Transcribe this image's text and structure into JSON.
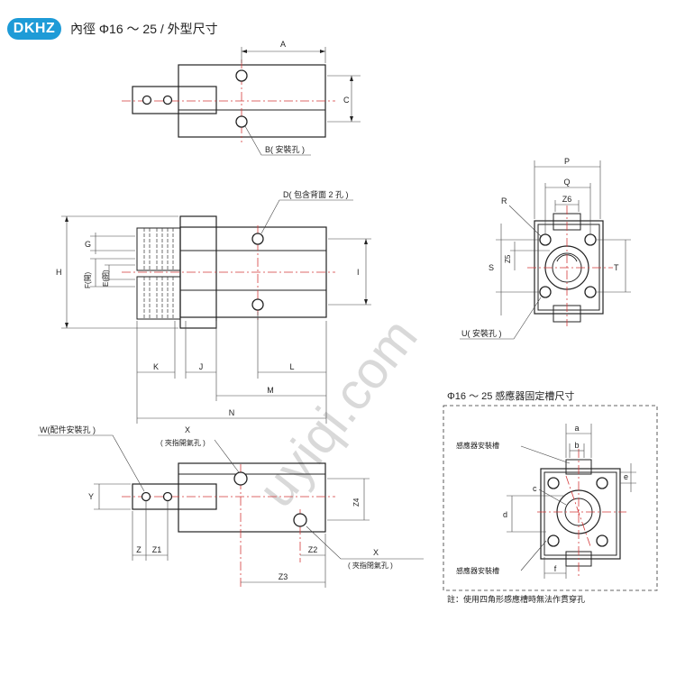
{
  "header": {
    "badge": "DKHZ",
    "title": "內徑 Φ16 ～ 25 / 外型尺寸"
  },
  "top_view": {
    "dim_A": "A",
    "dim_C": "C",
    "callout_B": "B( 安裝孔 )"
  },
  "side_view": {
    "callout_D": "D( 包含背面 2 孔 )",
    "dim_H": "H",
    "dim_G": "G",
    "dim_F": "F(開)",
    "dim_E": "E(閉)",
    "dim_I": "I",
    "dim_K": "K",
    "dim_J": "J",
    "dim_L": "L",
    "dim_M": "M",
    "dim_N": "N"
  },
  "end_view": {
    "dim_P": "P",
    "dim_Q": "Q",
    "dim_Z6": "Z6",
    "dim_R": "R",
    "dim_S": "S",
    "dim_Z5": "Z5",
    "dim_T": "T",
    "callout_U": "U( 安裝孔 )"
  },
  "bottom_view": {
    "callout_W": "W(配件安裝孔 )",
    "dim_X": "X",
    "callout_X_open": "( 夾指開氣孔 )",
    "dim_Y": "Y",
    "dim_Z": "Z",
    "dim_Z1": "Z1",
    "dim_Z2": "Z2",
    "dim_Z3": "Z3",
    "dim_Z4": "Z4",
    "callout_X_close": "( 夾指閉氣孔 )"
  },
  "sensor_panel": {
    "title": "Φ16 ～ 25 感應器固定槽尺寸",
    "label_groove_top": "感應器安裝槽",
    "label_groove_bottom": "感應器安裝槽",
    "dim_a": "a",
    "dim_b": "b",
    "dim_c": "c",
    "dim_d": "d",
    "dim_e": "e",
    "dim_f": "f",
    "note": "註：使用四角形感應槽時無法作貫穿孔"
  },
  "watermark": "uyiqi.com"
}
